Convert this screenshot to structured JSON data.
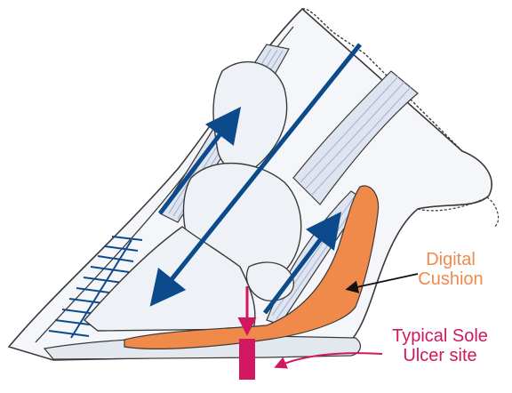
{
  "labels": {
    "digital_cushion": {
      "line1": "Digital",
      "line2": "Cushion"
    },
    "sole_ulcer": {
      "line1": "Typical Sole",
      "line2": "Ulcer site"
    }
  },
  "colors": {
    "outline": "#3a3a3a",
    "bone_fill": "#eef1f5",
    "tissue_fill": "#e3e8ef",
    "tendon_stripe": "#aab7d3",
    "force_arrow": "#0d4a8c",
    "cushion_fill": "#f08a4b",
    "cushion_label": "#f08a4b",
    "ulcer_marker": "#d0175f",
    "ulcer_label": "#d0175f",
    "pointer": "#111111"
  },
  "icons": {
    "force_arrows": "straight-arrow",
    "ulcer_pointer": "curved-arrow"
  }
}
